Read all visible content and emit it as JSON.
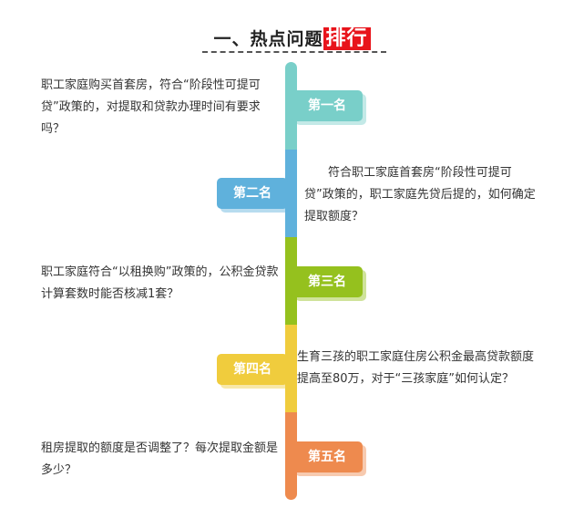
{
  "title": {
    "prefix": "一、热点问题",
    "highlight": "排行"
  },
  "colors": {
    "rank1": "#79cfc9",
    "rank2": "#5fb1dc",
    "rank3": "#95c11e",
    "rank4": "#f0cc3d",
    "rank5": "#ee8a4e",
    "title_highlight": "#e8141b"
  },
  "items": [
    {
      "rank": "第一名",
      "question": "职工家庭购买首套房，符合“阶段性可提可贷”政策的，对提取和贷款办理时间有要求吗？"
    },
    {
      "rank": "第二名",
      "question": "符合职工家庭首套房“阶段性可提可贷”政策的，职工家庭先贷后提的，如何确定提取额度？"
    },
    {
      "rank": "第三名",
      "question": "职工家庭符合“以租换购”政策的，公积金贷款计算套数时能否核减1套？"
    },
    {
      "rank": "第四名",
      "question": "生育三孩的职工家庭住房公积金最高贷款额度提高至80万，对于“三孩家庭”如何认定？"
    },
    {
      "rank": "第五名",
      "question": "租房提取的额度是否调整了？每次提取金额是多少？"
    }
  ]
}
